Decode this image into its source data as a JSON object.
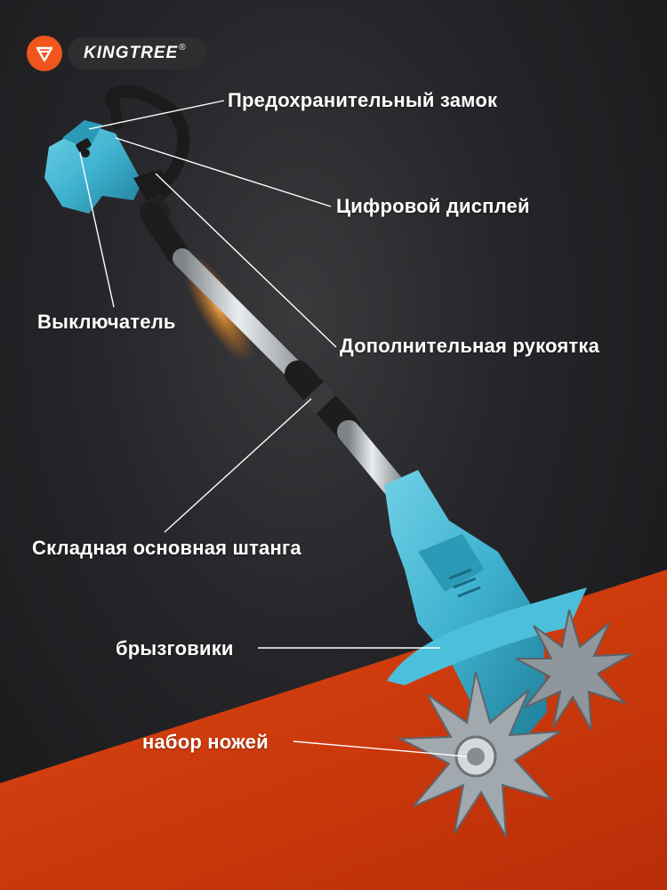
{
  "brand": {
    "name": "KINGTREE",
    "registered_mark": "®",
    "accent_color": "#f0561c"
  },
  "product": {
    "body_color": "#3fb2cf",
    "blade_color": "#9aa2a8"
  },
  "callouts": {
    "safety_lock": "Предохранительный замок",
    "digital_display": "Цифровой дисплей",
    "switch": "Выключатель",
    "extra_handle": "Дополнительная рукоятка",
    "folding_shaft": "Складная основная штанга",
    "mud_guards": "брызговики",
    "blade_set": "набор ножей"
  }
}
